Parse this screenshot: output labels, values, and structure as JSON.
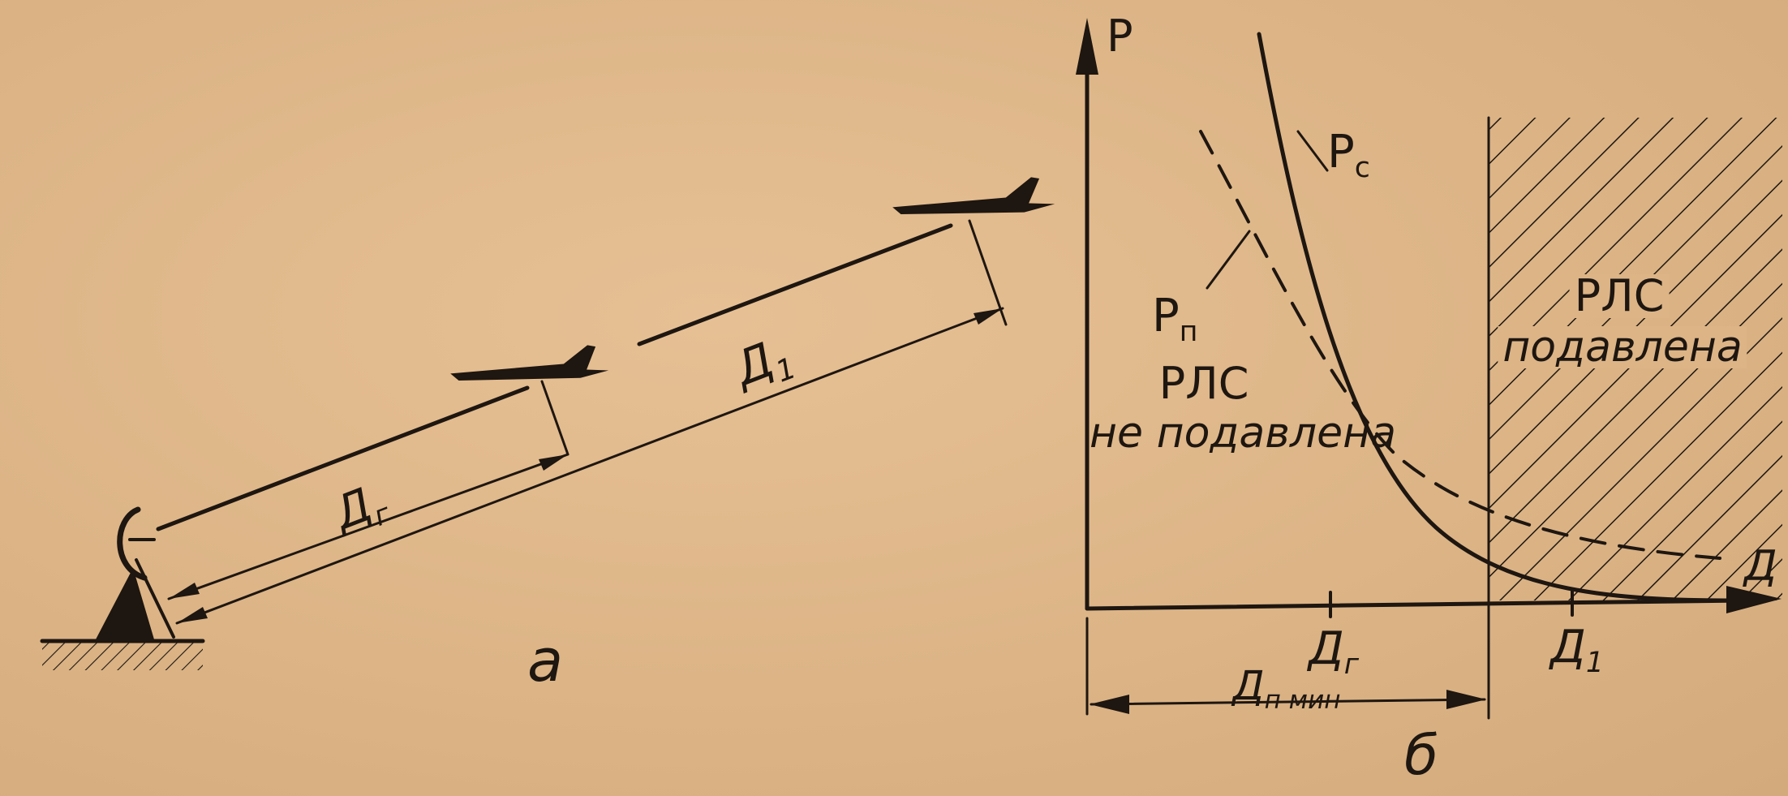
{
  "panel_a": {
    "label": "а",
    "range_far": {
      "main": "Д",
      "sub": "1"
    },
    "range_near": {
      "main": "Д",
      "sub": "г"
    }
  },
  "panel_b": {
    "label": "б",
    "y_axis": "Р",
    "x_axis": "Д",
    "curve_signal": {
      "main": "Р",
      "sub": "с"
    },
    "curve_jam": {
      "main": "Р",
      "sub": "п"
    },
    "zone_free": [
      "РЛС",
      "не подавлена"
    ],
    "zone_suppressed": [
      "РЛС",
      "подавлена"
    ],
    "tick_g": {
      "main": "Д",
      "sub": "г"
    },
    "tick_1": {
      "main": "Д",
      "sub": "1"
    },
    "min_range": {
      "main": "Д",
      "sub": "п мин"
    }
  },
  "colors": {
    "ink": "#1e1610",
    "paper": "#e0b88c"
  }
}
